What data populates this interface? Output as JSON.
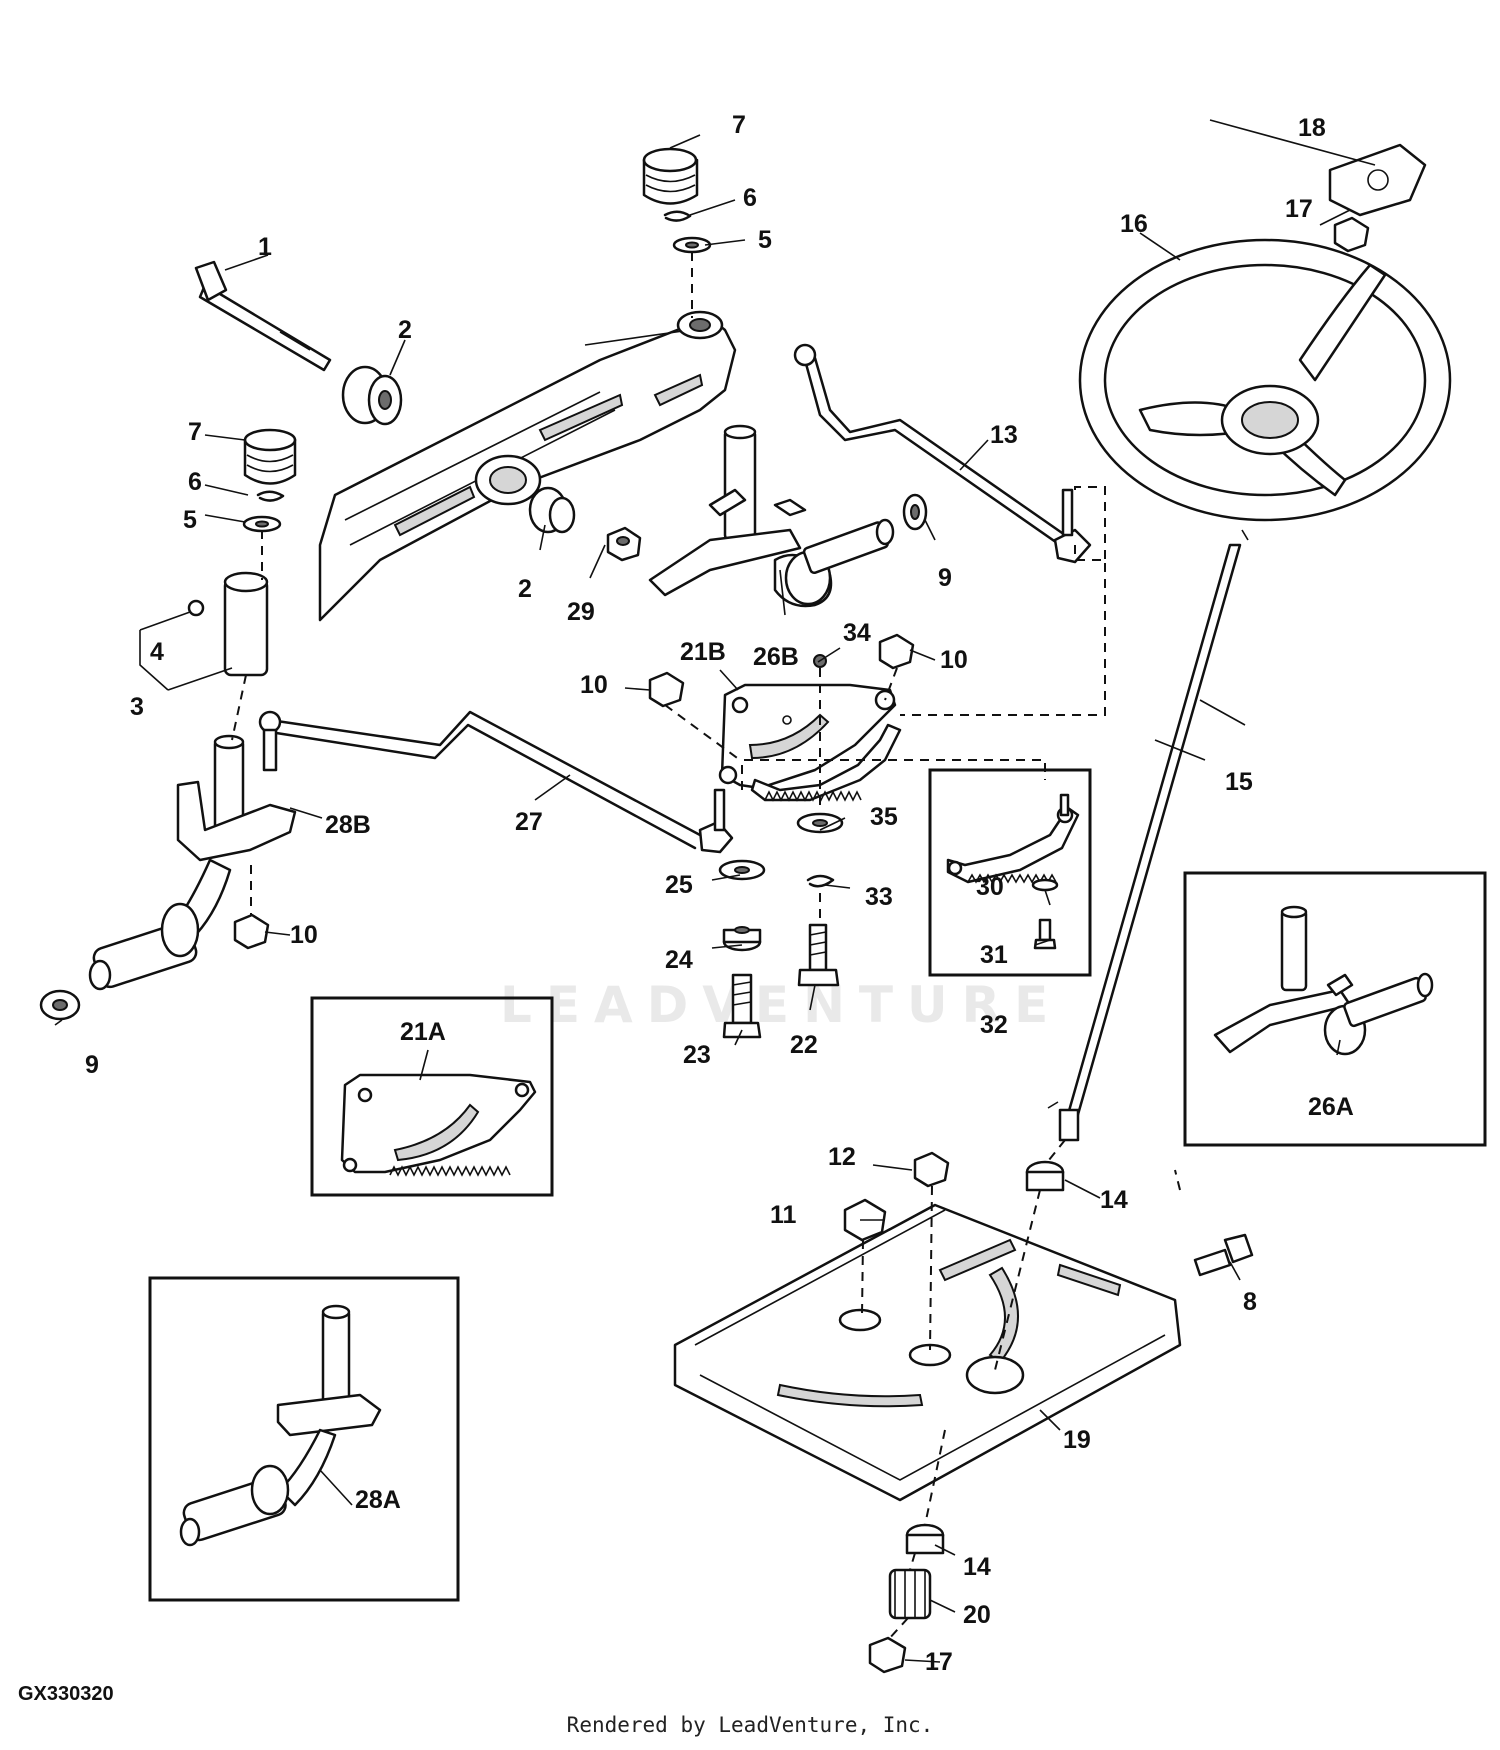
{
  "figure_id": "GX330320",
  "footer": "Rendered by LeadVenture, Inc.",
  "watermark": "LEADVENTURE",
  "labels": {
    "l1": "1",
    "l2a": "2",
    "l2b": "2",
    "l3": "3",
    "l4": "4",
    "l5a": "5",
    "l5b": "5",
    "l6a": "6",
    "l6b": "6",
    "l7a": "7",
    "l7b": "7",
    "l8": "8",
    "l9a": "9",
    "l9b": "9",
    "l10a": "10",
    "l10b": "10",
    "l10c": "10",
    "l11": "11",
    "l12": "12",
    "l13": "13",
    "l14a": "14",
    "l14b": "14",
    "l15": "15",
    "l16": "16",
    "l17a": "17",
    "l17b": "17",
    "l18": "18",
    "l19": "19",
    "l20": "20",
    "l21a": "21A",
    "l21b": "21B",
    "l22": "22",
    "l23": "23",
    "l24": "24",
    "l25": "25",
    "l26a": "26A",
    "l26b": "26B",
    "l27": "27",
    "l28a": "28A",
    "l28b": "28B",
    "l29": "29",
    "l30": "30",
    "l31": "31",
    "l32": "32",
    "l33": "33",
    "l34": "34",
    "l35": "35"
  }
}
